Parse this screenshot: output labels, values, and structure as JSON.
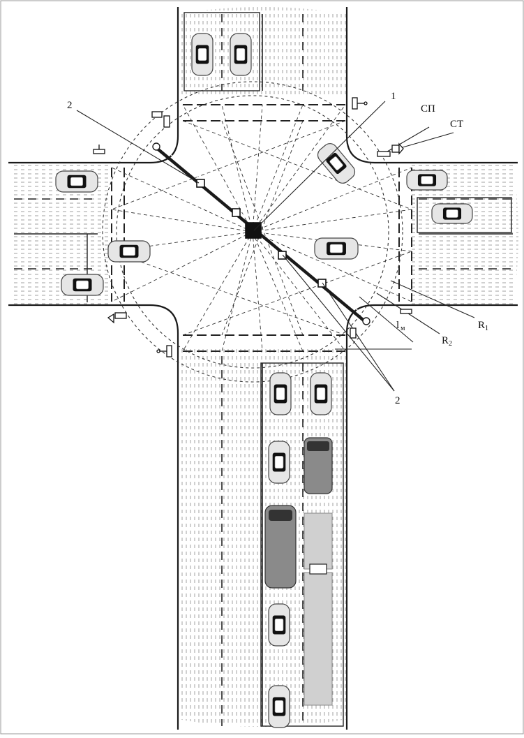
{
  "diagram": {
    "labels": {
      "one": "1",
      "two_top": "2",
      "two_bottom": "2",
      "sp": "СП",
      "st": "СТ",
      "r1_main": "R",
      "r1_sub": "1",
      "r2_main": "R",
      "r2_sub": "2",
      "lm_main": "l",
      "lm_sub": "м"
    },
    "colors": {
      "line": "#1a1a1a",
      "dash": "#333333",
      "car_body": "#e6e6e6",
      "car_glass": "#111111",
      "truck": "#8a8a8a",
      "bus": "#d0d0d0"
    }
  }
}
